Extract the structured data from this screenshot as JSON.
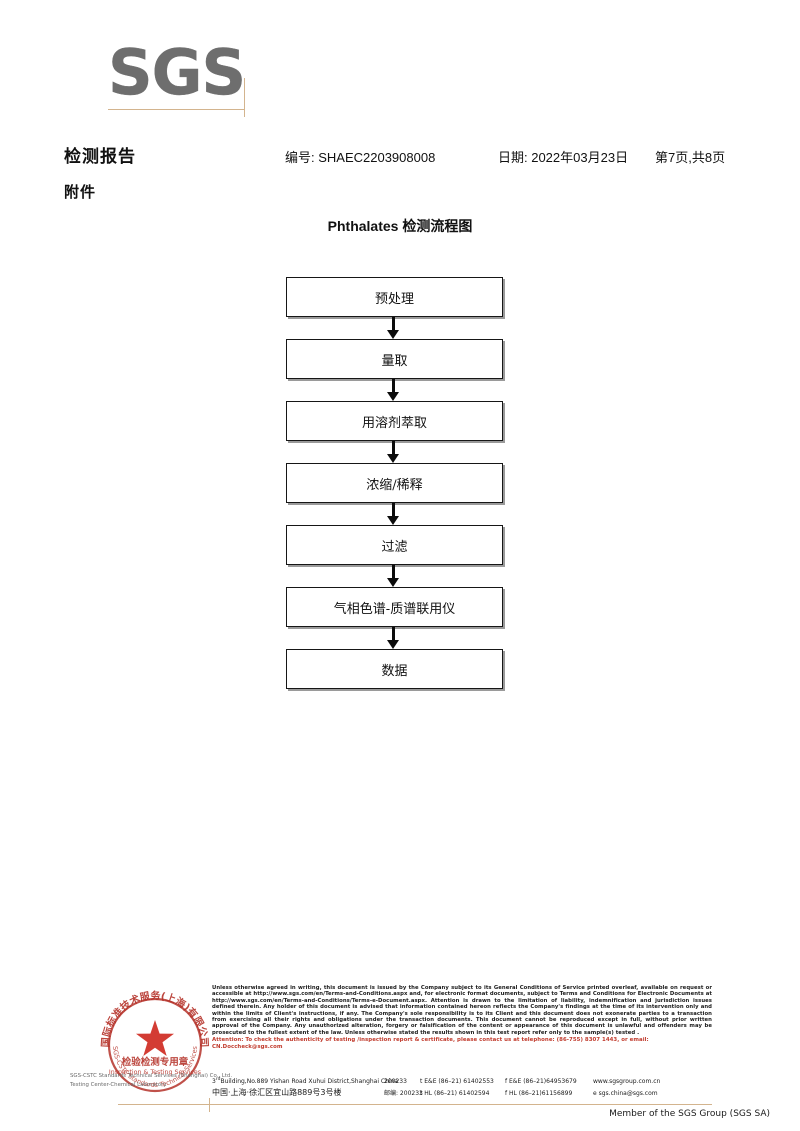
{
  "logo": {
    "text": "SGS",
    "rule_color": "#d3b48e"
  },
  "header": {
    "report_title": "检测报告",
    "report_no": "编号: SHAEC2203908008",
    "date": "日期: 2022年03月23日",
    "page": "第7页,共8页",
    "attachment": "附件"
  },
  "flow": {
    "title": "Phthalates 检测流程图",
    "steps": [
      {
        "label": "预处理"
      },
      {
        "label": "量取"
      },
      {
        "label": "用溶剂萃取"
      },
      {
        "label": "浓缩/稀释"
      },
      {
        "label": "过滤"
      },
      {
        "label": "气相色谱-质谱联用仪"
      },
      {
        "label": "数据"
      }
    ]
  },
  "stamp": {
    "outer_cn": "国际标准技术服务(上海)有限公司",
    "center_cn": "检验检测专用章",
    "center_en": "Inspection & Testing Services",
    "company_line1": "SGS-CSTC Standards Technical Services (Shanghai) Co., Ltd.",
    "company_line2": "Testing Center-Chemical Laboratory",
    "color": "#b5332a"
  },
  "footer": {
    "legal": "Unless otherwise agreed in writing, this document is issued by the Company subject to its General Conditions of Service printed overleaf, available on request or accessible at http://www.sgs.com/en/Terms-and-Conditions.aspx and, for electronic format documents, subject to Terms and Conditions for Electronic Documents at http://www.sgs.com/en/Terms-and-Conditions/Terms-e-Document.aspx. Attention is drawn to the limitation of liability, indemnification and jurisdiction issues defined therein. Any holder of this document is advised that information contained hereon reflects the Company's findings at the time of its intervention only and within the limits of Client's instructions, if any. The Company's sole responsibility is to its Client and this document does not exonerate parties to a transaction from exercising all their rights and obligations under the transaction documents. This document cannot be reproduced except in full, without prior written approval of the Company. Any unauthorized alteration, forgery or falsification of the content or appearance of this document is unlawful and offenders may be prosecuted to the fullest extent of the law. Unless otherwise stated the results shown in this test report refer only to the sample(s) tested .",
    "attention": "Attention: To check the authenticity of testing /inspection report & certificate, please contact us at telephone: (86-755) 8307 1443, or email: CN.Doccheck@sgs.com",
    "address_en": "Building,No.889 Yishan Road Xuhui District,Shanghai China",
    "address_en_prefix": "3",
    "address_en_sup": "rd",
    "postcode_en": "200233",
    "address_cn": "中国·上海·徐汇区宜山路889号3号楼",
    "postcode_cn": "邮编: 200233",
    "tel_ee": "t E&E (86–21) 61402553",
    "fax_ee": "f E&E (86–21)64953679",
    "web": "www.sgsgroup.com.cn",
    "tel_hl": "t HL (86–21) 61402594",
    "fax_hl": "f HL (86–21)61156899",
    "email": "e  sgs.china@sgs.com",
    "member": "Member of the SGS Group (SGS SA)"
  }
}
